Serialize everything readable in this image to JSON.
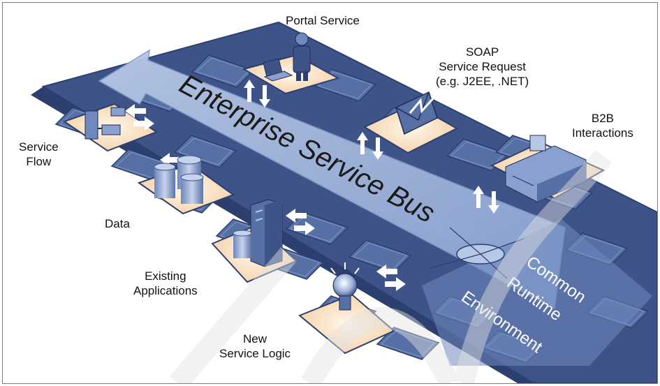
{
  "colors": {
    "board": "#3e5489",
    "board_edge": "#2c3f6f",
    "tile": "#5670a6",
    "tile_light": "#8196c2",
    "pad": "#f7d7b4",
    "pad_center": "#fff6ea",
    "bus_arrow": "#9cb2d8",
    "arrow": "#ffffff",
    "watermark": "#e3e3e3"
  },
  "bus": {
    "title": "Enterprise Service Bus"
  },
  "runtime": {
    "lines": [
      "Common",
      "Runtime",
      "Environment"
    ]
  },
  "labels": {
    "portal_service": "Portal Service",
    "soap_service_request": "SOAP\nService Request\n(e.g. J2EE, .NET)",
    "b2b_interactions": "B2B\nInteractions",
    "service_flow": "Service\nFlow",
    "data": "Data",
    "existing_applications": "Existing\nApplications",
    "new_service_logic": "New\nService Logic"
  },
  "icons": [
    "laptop-user-icon",
    "envelope-icon",
    "factory-icon",
    "flowchart-icon",
    "database-icon",
    "server-icon",
    "lightbulb-icon"
  ]
}
